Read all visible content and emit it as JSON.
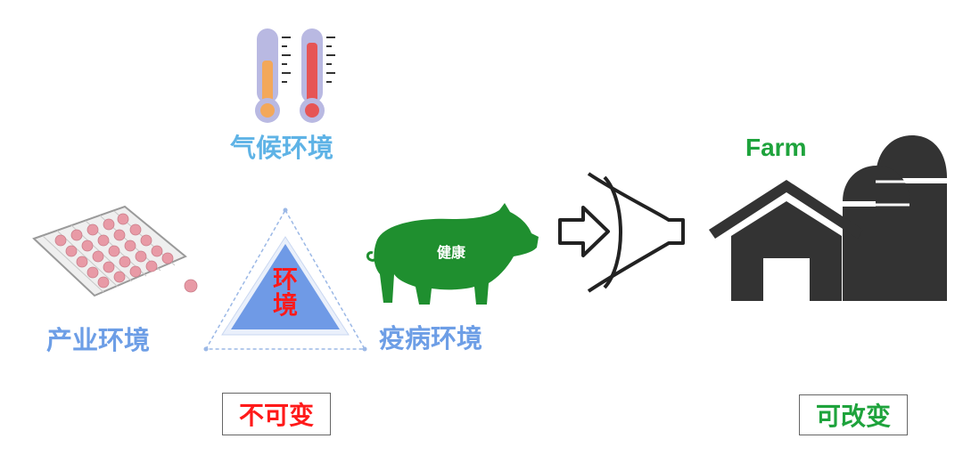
{
  "climate": {
    "label": "气候环境",
    "icon": "thermometer-icon"
  },
  "industry": {
    "label": "产业环境",
    "icon": "pig-pen-icon"
  },
  "disease": {
    "label": "疫病环境",
    "icon": "pig-icon",
    "pig_text": "健康"
  },
  "center": {
    "line1": "环",
    "line2": "境"
  },
  "farm": {
    "label": "Farm",
    "icon": "farm-barn-icon"
  },
  "filter": {
    "icon": "funnel-filter-icon"
  },
  "boxes": {
    "unchangeable": "不可变",
    "changeable": "可改变"
  },
  "colors": {
    "label_blue": "#6d9ee6",
    "climate_blue": "#5fb3e6",
    "red": "#ff1a1a",
    "green": "#1ea33c",
    "farm_dark": "#333333",
    "pig_green": "#1f8f2f"
  }
}
